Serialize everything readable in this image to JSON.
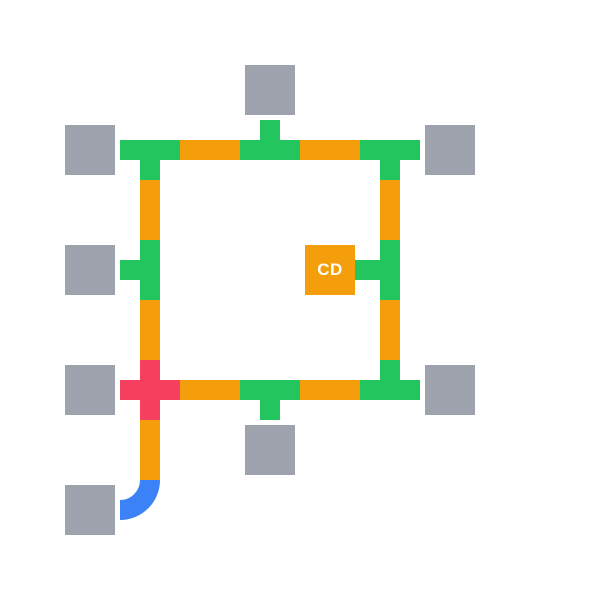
{
  "board": {
    "colors": {
      "straight": "#f59e0b",
      "tee": "#22c55e",
      "cross": "#f43f5e",
      "elbow": "#3b82f6",
      "node": "#9ea3ae",
      "source": "#f59e0b",
      "source_text": "#ffffff"
    },
    "source": {
      "label": "CD",
      "icon": "source-block"
    },
    "terminals": [
      {
        "name": "terminal-top-center"
      },
      {
        "name": "terminal-top-left"
      },
      {
        "name": "terminal-top-right"
      },
      {
        "name": "terminal-middle-left"
      },
      {
        "name": "terminal-lower-left"
      },
      {
        "name": "terminal-lower-right"
      },
      {
        "name": "terminal-bottom-center"
      },
      {
        "name": "terminal-bottom-left"
      }
    ]
  }
}
